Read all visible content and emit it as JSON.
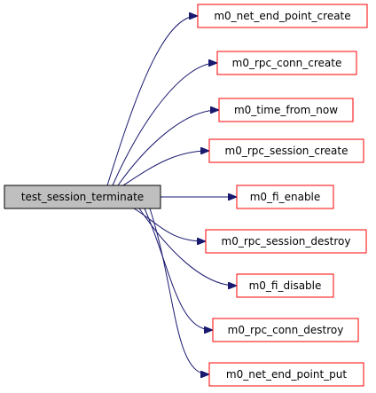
{
  "colors": {
    "source_fill": "#bfbfbf",
    "source_stroke": "#000000",
    "target_stroke": "#ff0000",
    "target_fill": "#ffffff",
    "edge": "#191970"
  },
  "graph": {
    "source": {
      "label": "test_session_terminate"
    },
    "targets": [
      {
        "label": "m0_net_end_point_create"
      },
      {
        "label": "m0_rpc_conn_create"
      },
      {
        "label": "m0_time_from_now"
      },
      {
        "label": "m0_rpc_session_create"
      },
      {
        "label": "m0_fi_enable"
      },
      {
        "label": "m0_rpc_session_destroy"
      },
      {
        "label": "m0_fi_disable"
      },
      {
        "label": "m0_rpc_conn_destroy"
      },
      {
        "label": "m0_net_end_point_put"
      }
    ]
  }
}
